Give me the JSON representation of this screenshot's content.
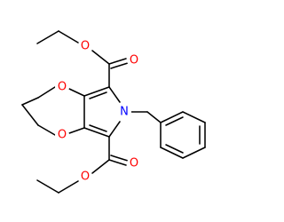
{
  "molecule": {
    "atoms": {
      "o_top_carbonyl": {
        "label": "O",
        "color": "#ff0000"
      },
      "o_top_ester": {
        "label": "O",
        "color": "#ff0000"
      },
      "o_ring_upper": {
        "label": "O",
        "color": "#ff0000"
      },
      "n_pyrrole": {
        "label": "N",
        "color": "#0000ff"
      },
      "o_ring_lower": {
        "label": "O",
        "color": "#ff0000"
      },
      "o_bottom_ester": {
        "label": "O",
        "color": "#ff0000"
      },
      "o_bottom_carbonyl": {
        "label": "O",
        "color": "#ff0000"
      }
    },
    "colors": {
      "bond": "#000000",
      "oxygen": "#ff0000",
      "nitrogen": "#0000ff"
    }
  }
}
